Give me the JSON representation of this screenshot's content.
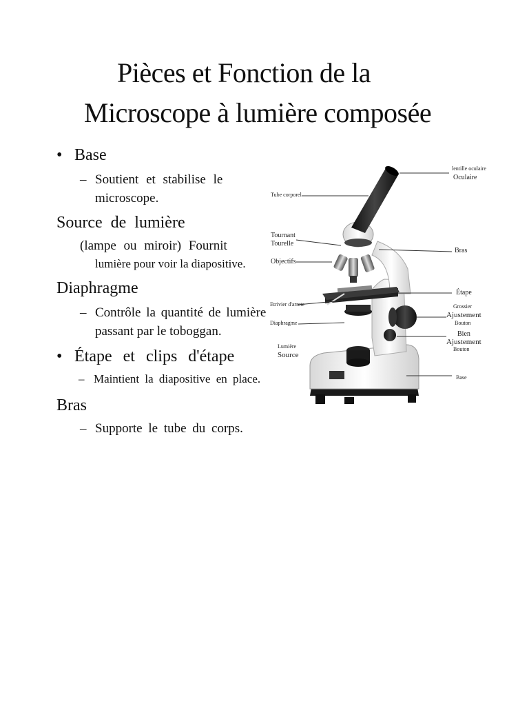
{
  "title": {
    "line1": "Pièces et Fonction de la",
    "line2": "Microscope à lumière composée"
  },
  "sections": [
    {
      "heading": "Base",
      "lines": [
        "Soutient et stabilise le",
        "microscope."
      ]
    },
    {
      "heading": "Source de lumière",
      "lines": [
        "(lampe ou miroir) Fournit",
        "lumière pour voir la diapositive."
      ]
    },
    {
      "heading": "Diaphragme",
      "lines": [
        "Contrôle la quantité de lumière",
        "passant par le toboggan."
      ]
    },
    {
      "heading": "Étape et clips d'étape",
      "lines": [
        "Maintient la diapositive en place."
      ]
    },
    {
      "heading": "Bras",
      "lines": [
        "Supporte le tube du corps."
      ]
    }
  ],
  "diagram_labels": {
    "eyepiece_small": "lentille oculaire",
    "eyepiece": "Oculaire",
    "body_tube": "Tube corporel",
    "turret_1": "Tournant",
    "turret_2": "Tourelle",
    "objectives": "Objectifs",
    "arm": "Bras",
    "stage": "Étape",
    "stage_clips": "Etrivier d'arrete",
    "coarse_1": "Grossier",
    "coarse_2": "Ajustement",
    "coarse_3": "Bouton",
    "fine_1": "Bien",
    "fine_2": "Ajustement",
    "fine_3": "Bouton",
    "diaphragm": "Diaphragme",
    "light_1": "Lumière",
    "light_2": "Source",
    "base": "Base"
  }
}
